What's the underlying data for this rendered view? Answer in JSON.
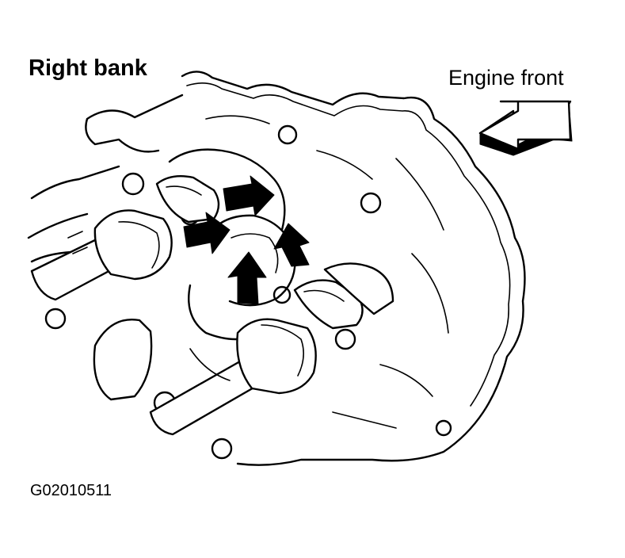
{
  "diagram": {
    "title": "Right bank",
    "direction_label": "Engine front",
    "figure_id": "G02010511"
  }
}
